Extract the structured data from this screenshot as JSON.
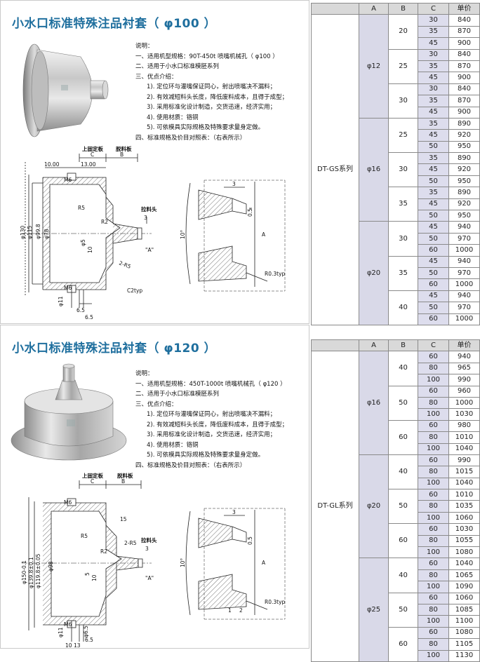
{
  "section1": {
    "title": "小水口标准特殊注品衬套（ φ100 ）",
    "desc": [
      "说明：",
      "一、适用机型规格：90T-450t 喷嘴机械孔（ φ100 ）",
      "二、适用于小水口标准模胚系列",
      "三、优点介绍：",
      "1). 定位环与灌嘴保证同心，射出喷嘴决不漏料；",
      "2). 有效减短料头长度，降低废料成本，且得于成型；",
      "3). 采用标准化设计制造，交货迅速，经济实用；",
      "4). 使用材质：铬铜",
      "5). 可依模具实际规格及特殊要求量身定做。",
      "四、标准规格及价目对照表：（右表所示）"
    ],
    "drawing": {
      "top_plate": "上固定板",
      "strip_plate": "脱料板",
      "label_c": "C",
      "label_b": "B",
      "dim_10": "10.00",
      "dim_13": "13.00",
      "m6_top": "M6",
      "m6_bottom": "M6",
      "r5": "R5",
      "r2": "R2",
      "pull_head": "拉料头",
      "dim_3": "3",
      "phi5": "φ5",
      "dim_10b": "10",
      "r5b": "2-R5",
      "phi130": "φ130",
      "phi115": "φ115",
      "phi99": "φ99.8",
      "phi78": "φ78",
      "c2": "C2typ",
      "phi11": "φ11",
      "dim_65a": "6.5",
      "dim_65b": "6.5",
      "detail_a": "\"A\"",
      "detail_3": "3",
      "detail_05": "0.5",
      "detail_10": "10°",
      "detail_a_label": "A",
      "detail_r": "R0.3typ"
    }
  },
  "section2": {
    "title": "小水口标准特殊注品衬套（ φ120 ）",
    "desc": [
      "说明：",
      "一、适用机型规格：450T-1000t 喷嘴机械孔（ φ120 ）",
      "二、适用于小水口标准模胚系列",
      "三、优点介绍：",
      "1). 定位环与灌嘴保证同心，射出喷嘴决不漏料；",
      "2). 有效减短料头长度，降低废料成本，且得于成型；",
      "3). 采用标准化设计制造，交货迅速，经济实用；",
      "4). 使用材质：铬铜",
      "5). 可依模具实际规格及特殊要求量身定做。",
      "四、标准规格及价目对照表：（右表所示）"
    ],
    "drawing": {
      "top_plate": "上固定板",
      "strip_plate": "脱料板",
      "label_c": "C",
      "label_b": "B",
      "m6_top": "M6",
      "m6_bottom": "M6",
      "dim_15": "15",
      "r5": "R5",
      "r2": "R2",
      "r5b": "2-R5",
      "pull_head": "拉料头",
      "dim_3": "3",
      "dim_5": "5",
      "dim_10b": "10",
      "phi150": "φ150-0.1",
      "phi139": "φ139.8±0.1",
      "phi119": "φ119.8±0.05",
      "phi98": "φ98",
      "phi11": "φ11",
      "phi65": "φ6.5",
      "dim_65": "6.5",
      "dim_10": "10",
      "dim_13": "13",
      "detail_a": "\"A\"",
      "detail_3": "3",
      "detail_05": "0.5",
      "detail_10": "10°",
      "detail_a_label": "A",
      "detail_r": "R0.3typ",
      "detail_1": "1",
      "detail_2": "2"
    }
  },
  "table1": {
    "headers": [
      "",
      "A",
      "B",
      "C",
      "单价"
    ],
    "series": "DT-GS系列",
    "groups": [
      {
        "a": "φ12",
        "b": [
          {
            "b": "20",
            "rows": [
              [
                "30",
                "840"
              ],
              [
                "35",
                "870"
              ],
              [
                "45",
                "900"
              ]
            ]
          },
          {
            "b": "25",
            "rows": [
              [
                "30",
                "840"
              ],
              [
                "35",
                "870"
              ],
              [
                "45",
                "900"
              ]
            ]
          },
          {
            "b": "30",
            "rows": [
              [
                "30",
                "840"
              ],
              [
                "35",
                "870"
              ],
              [
                "45",
                "900"
              ]
            ]
          }
        ]
      },
      {
        "a": "φ16",
        "b": [
          {
            "b": "25",
            "rows": [
              [
                "35",
                "890"
              ],
              [
                "45",
                "920"
              ],
              [
                "50",
                "950"
              ]
            ]
          },
          {
            "b": "30",
            "rows": [
              [
                "35",
                "890"
              ],
              [
                "45",
                "920"
              ],
              [
                "50",
                "950"
              ]
            ]
          },
          {
            "b": "35",
            "rows": [
              [
                "35",
                "890"
              ],
              [
                "45",
                "920"
              ],
              [
                "50",
                "950"
              ]
            ]
          }
        ]
      },
      {
        "a": "φ20",
        "b": [
          {
            "b": "30",
            "rows": [
              [
                "45",
                "940"
              ],
              [
                "50",
                "970"
              ],
              [
                "60",
                "1000"
              ]
            ]
          },
          {
            "b": "35",
            "rows": [
              [
                "45",
                "940"
              ],
              [
                "50",
                "970"
              ],
              [
                "60",
                "1000"
              ]
            ]
          },
          {
            "b": "40",
            "rows": [
              [
                "45",
                "940"
              ],
              [
                "50",
                "970"
              ],
              [
                "60",
                "1000"
              ]
            ]
          }
        ]
      }
    ]
  },
  "table2": {
    "headers": [
      "",
      "A",
      "B",
      "C",
      "单价"
    ],
    "series": "DT-GL系列",
    "groups": [
      {
        "a": "φ16",
        "b": [
          {
            "b": "40",
            "rows": [
              [
                "60",
                "940"
              ],
              [
                "80",
                "965"
              ],
              [
                "100",
                "990"
              ]
            ]
          },
          {
            "b": "50",
            "rows": [
              [
                "60",
                "960"
              ],
              [
                "80",
                "1000"
              ],
              [
                "100",
                "1030"
              ]
            ]
          },
          {
            "b": "60",
            "rows": [
              [
                "60",
                "980"
              ],
              [
                "80",
                "1010"
              ],
              [
                "100",
                "1040"
              ]
            ]
          }
        ]
      },
      {
        "a": "φ20",
        "b": [
          {
            "b": "40",
            "rows": [
              [
                "60",
                "990"
              ],
              [
                "80",
                "1015"
              ],
              [
                "100",
                "1040"
              ]
            ]
          },
          {
            "b": "50",
            "rows": [
              [
                "60",
                "1010"
              ],
              [
                "80",
                "1035"
              ],
              [
                "100",
                "1060"
              ]
            ]
          },
          {
            "b": "60",
            "rows": [
              [
                "60",
                "1030"
              ],
              [
                "80",
                "1055"
              ],
              [
                "100",
                "1080"
              ]
            ]
          }
        ]
      },
      {
        "a": "φ25",
        "b": [
          {
            "b": "40",
            "rows": [
              [
                "60",
                "1040"
              ],
              [
                "80",
                "1065"
              ],
              [
                "100",
                "1090"
              ]
            ]
          },
          {
            "b": "50",
            "rows": [
              [
                "60",
                "1060"
              ],
              [
                "80",
                "1085"
              ],
              [
                "100",
                "1100"
              ]
            ]
          },
          {
            "b": "60",
            "rows": [
              [
                "60",
                "1080"
              ],
              [
                "80",
                "1105"
              ],
              [
                "100",
                "1130"
              ]
            ]
          }
        ]
      }
    ]
  }
}
